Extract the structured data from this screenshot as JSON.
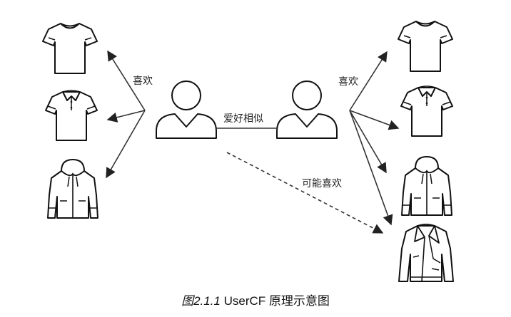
{
  "diagram": {
    "labels": {
      "left_like": "喜欢",
      "right_like": "喜欢",
      "similar": "爱好相似",
      "maybe_like": "可能喜欢"
    },
    "nodes": [
      {
        "id": "left-user",
        "icon": "user-icon"
      },
      {
        "id": "right-user",
        "icon": "user-icon"
      },
      {
        "id": "left-tshirt",
        "icon": "tshirt-icon"
      },
      {
        "id": "left-polo",
        "icon": "polo-shirt-icon"
      },
      {
        "id": "left-hoodie",
        "icon": "hooded-jacket-icon"
      },
      {
        "id": "right-tshirt",
        "icon": "tshirt-icon"
      },
      {
        "id": "right-polo",
        "icon": "polo-shirt-icon"
      },
      {
        "id": "right-hoodie",
        "icon": "hooded-jacket-icon"
      },
      {
        "id": "right-jacket",
        "icon": "leather-jacket-icon"
      }
    ],
    "line_color": "#333333"
  },
  "caption": {
    "figure": "图2.1.1",
    "text": "UserCF 原理示意图"
  }
}
